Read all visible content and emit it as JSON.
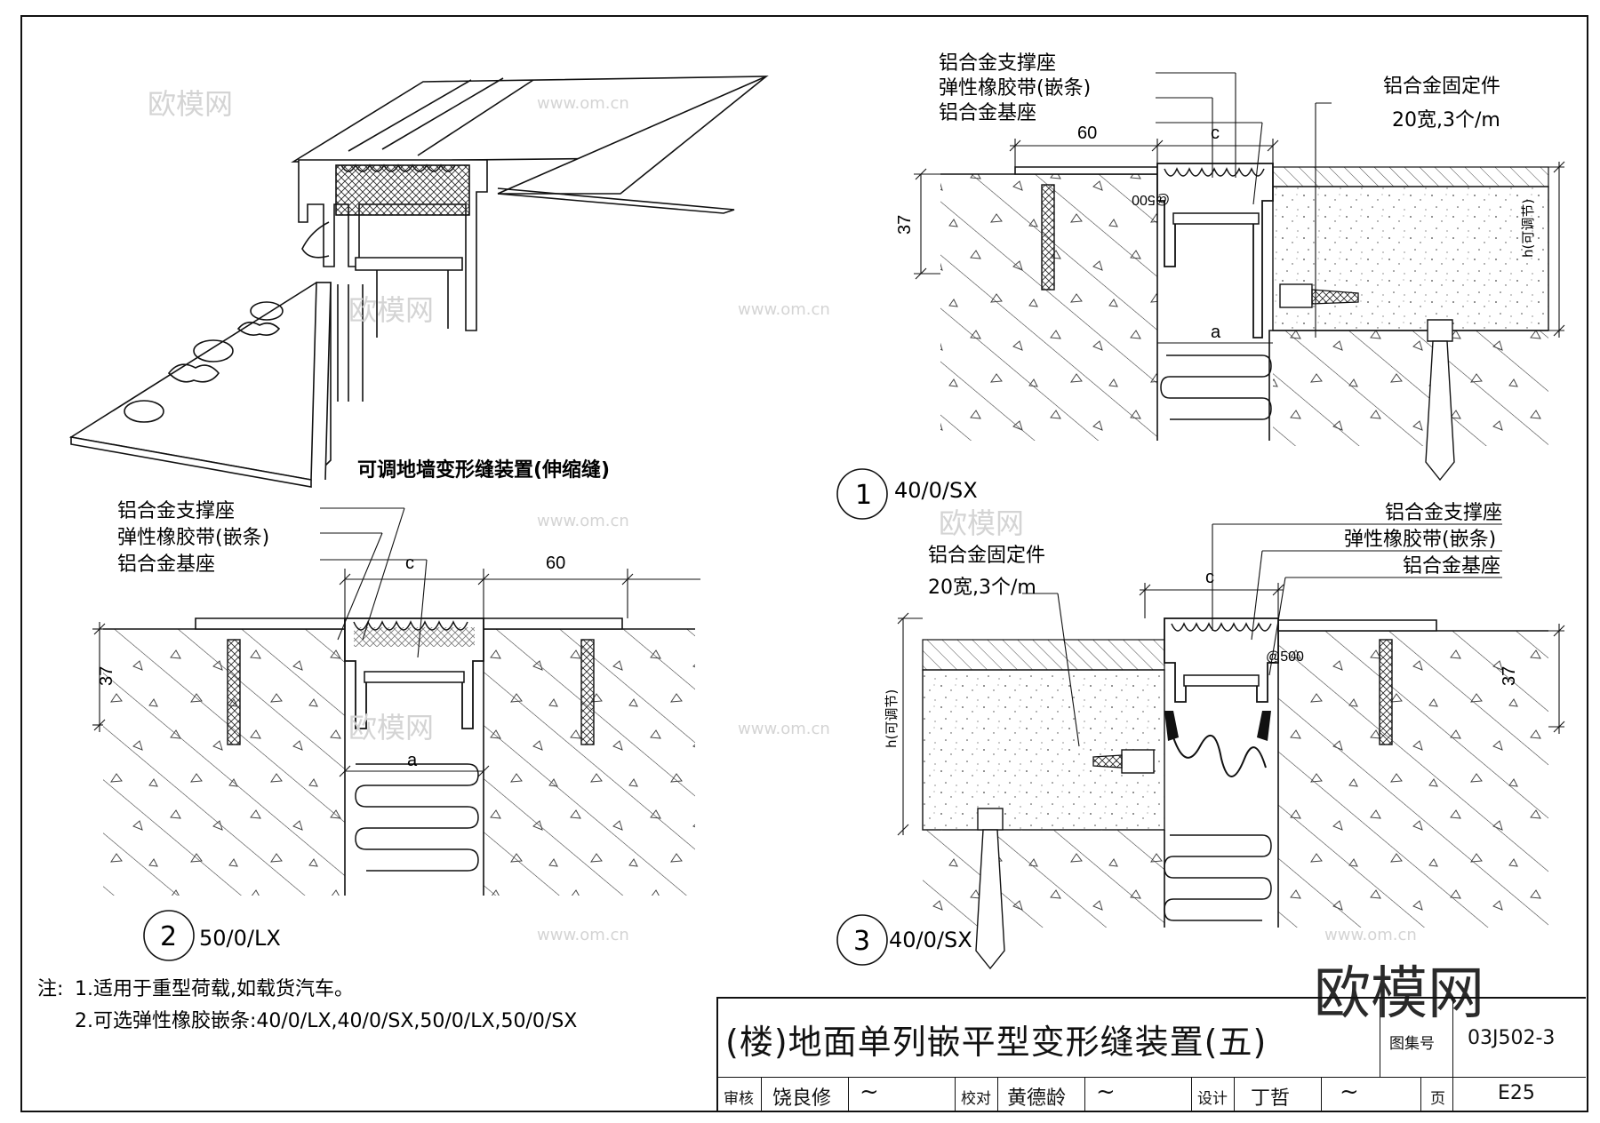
{
  "watermark": {
    "text": "欧模网",
    "url": "www.om.cn"
  },
  "perspective": {
    "caption": "可调地墙变形缝装置(伸缩缝)"
  },
  "detail1": {
    "number": "1",
    "code": "40/0/SX",
    "labels": [
      "铝合金支撑座",
      "弹性橡胶带(嵌条)",
      "铝合金基座"
    ],
    "fixing_label": "铝合金固定件",
    "fixing_spec": "20宽,3个/m",
    "dims": {
      "top_width": "60",
      "gap": "c",
      "depth": "37",
      "opening": "a",
      "height": "h(可调节)",
      "spacing": "@500"
    }
  },
  "detail2": {
    "number": "2",
    "code": "50/0/LX",
    "labels": [
      "铝合金支撑座",
      "弹性橡胶带(嵌条)",
      "铝合金基座"
    ],
    "dims": {
      "gap": "c",
      "width": "60",
      "depth": "37",
      "opening": "a"
    }
  },
  "detail3": {
    "number": "3",
    "code": "40/0/SX",
    "labels": [
      "铝合金支撑座",
      "弹性橡胶带(嵌条)",
      "铝合金基座"
    ],
    "fixing_label": "铝合金固定件",
    "fixing_spec": "20宽,3个/m",
    "dims": {
      "gap": "c",
      "depth": "37",
      "height": "h(可调节)",
      "spacing": "@500"
    }
  },
  "notes": {
    "prefix": "注:",
    "items": [
      "1.适用于重型荷载,如载货汽车。",
      "2.可选弹性橡胶嵌条:40/0/LX,40/0/SX,50/0/LX,50/0/SX"
    ]
  },
  "title_block": {
    "title": "(楼)地面单列嵌平型变形缝装置(五)",
    "atlas_label": "图集号",
    "atlas_no": "03J502-3",
    "review_label": "审核",
    "reviewer": "饶良修",
    "check_label": "校对",
    "checker": "黄德龄",
    "design_label": "设计",
    "designer": "丁哲",
    "page_label": "页",
    "page_no": "E25"
  },
  "colors": {
    "line": "#111111",
    "hatch": "#333333",
    "watermark": "#d4d4d4",
    "paper": "#ffffff"
  }
}
